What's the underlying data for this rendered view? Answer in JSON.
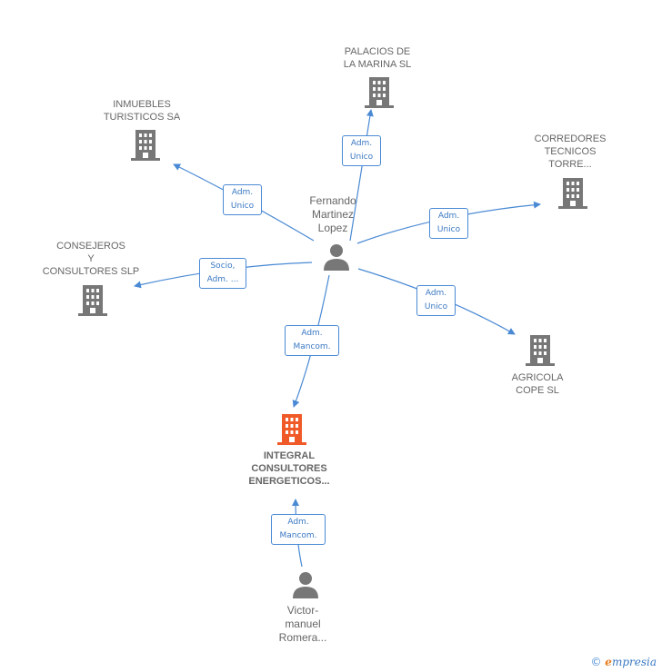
{
  "colors": {
    "edge": "#4a8ad4",
    "building": "#777777",
    "main_building": "#f05a28",
    "person": "#777777"
  },
  "nodes": {
    "palacios": {
      "label": "PALACIOS DE\nLA MARINA SL",
      "icon": "building-icon"
    },
    "inmuebles": {
      "label": "INMUEBLES\nTURISTICOS SA",
      "icon": "building-icon"
    },
    "corredores": {
      "label": "CORREDORES\nTECNICOS\nTORRE...",
      "icon": "building-icon"
    },
    "consejeros": {
      "label": "CONSEJEROS\nY\nCONSULTORES SLP",
      "icon": "building-icon"
    },
    "agricola": {
      "label": "AGRICOLA\nCOPE SL",
      "icon": "building-icon"
    },
    "integral": {
      "label": "INTEGRAL\nCONSULTORES\nENERGETICOS...",
      "icon": "building-icon"
    },
    "fernando": {
      "label": "Fernando\nMartinez\nLopez",
      "icon": "person-icon"
    },
    "victor": {
      "label": "Victor-\nmanuel\nRomera...",
      "icon": "person-icon"
    }
  },
  "relations": {
    "to_palacios": "Adm.\nUnico",
    "to_inmuebles": "Adm.\nUnico",
    "to_corredores": "Adm.\nUnico",
    "to_consejeros": "Socio,\nAdm. ...",
    "to_agricola": "Adm.\nUnico",
    "to_integral": "Adm.\nMancom.",
    "victor_to_integral": "Adm.\nMancom."
  },
  "footer": {
    "copyright": "©",
    "brand_initial": "e",
    "brand_rest": "mpresia"
  }
}
